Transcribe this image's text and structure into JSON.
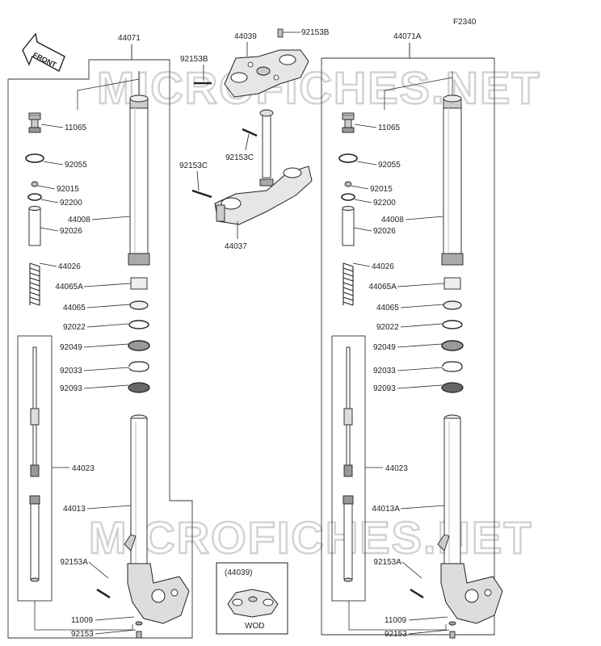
{
  "figure_code": "F2340",
  "watermark": "MICROFICHES.NET",
  "front_badge": "FRONT",
  "assembly_labels": {
    "left_fork": "44071",
    "right_fork": "44071A",
    "upper_bracket": "44039",
    "lower_bracket": "44037",
    "inner_tube_left": "44023",
    "inner_tube_right": "44023"
  },
  "inset": {
    "ref": "(44039)",
    "caption": "WOD"
  },
  "left_parts": [
    "11065",
    "92055",
    "92015",
    "92200",
    "92026",
    "44008",
    "44026",
    "44065A",
    "44065",
    "92022",
    "92049",
    "92033",
    "92093",
    "44013",
    "92153A",
    "11009",
    "92153"
  ],
  "right_parts": [
    "11065",
    "92055",
    "92015",
    "92200",
    "92026",
    "44008",
    "44026",
    "44065A",
    "44065",
    "92022",
    "92049",
    "92033",
    "92093",
    "44013A",
    "92153A",
    "11009",
    "92153"
  ],
  "center_parts": [
    "92153B",
    "92153B",
    "92153C",
    "92153C"
  ]
}
